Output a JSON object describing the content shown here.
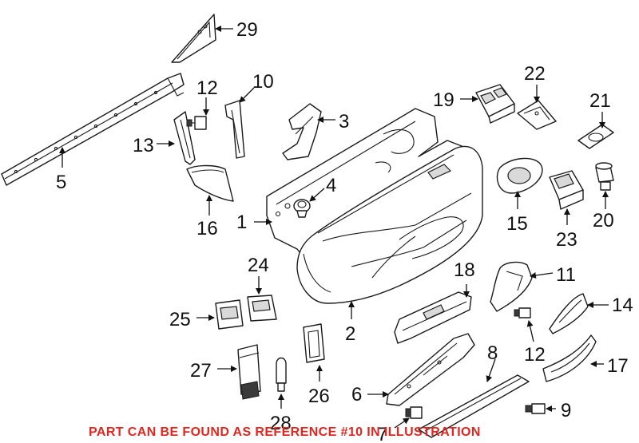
{
  "callouts": {
    "c1": "1",
    "c2": "2",
    "c3": "3",
    "c4": "4",
    "c5": "5",
    "c6": "6",
    "c7": "7",
    "c8": "8",
    "c9": "9",
    "c10": "10",
    "c11": "11",
    "c12a": "12",
    "c12b": "12",
    "c13": "13",
    "c14": "14",
    "c15": "15",
    "c16": "16",
    "c17": "17",
    "c18": "18",
    "c19": "19",
    "c20": "20",
    "c21": "21",
    "c22": "22",
    "c23": "23",
    "c24": "24",
    "c25": "25",
    "c26": "26",
    "c27": "27",
    "c28": "28",
    "c29": "29"
  },
  "footer_note": "PART CAN BE FOUND AS REFERENCE #10 IN ILLUSTRATION",
  "colors": {
    "note": "#e0261f",
    "ink": "#1a1a1a"
  }
}
